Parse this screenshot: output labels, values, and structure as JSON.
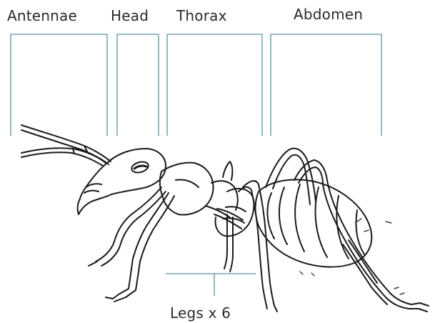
{
  "labels": {
    "antennae": "Antennae",
    "head": "Head",
    "thorax": "Thorax",
    "abdomen": "Abdomen",
    "legs": "Legs x 6"
  },
  "colors": {
    "bracket": "#5b93a0",
    "ink": "#1a1a1a",
    "text": "#2b2b2b"
  },
  "illustration": "ant-line-drawing"
}
